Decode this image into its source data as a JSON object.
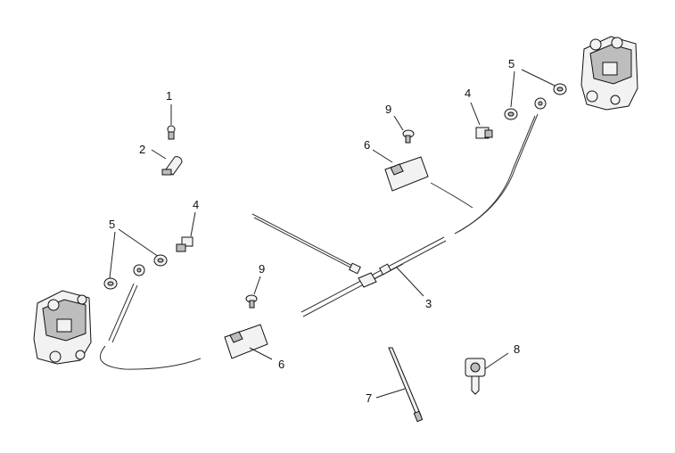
{
  "diagram": {
    "callouts": [
      {
        "id": "c1",
        "label": "1"
      },
      {
        "id": "c2",
        "label": "2"
      },
      {
        "id": "c4a",
        "label": "4"
      },
      {
        "id": "c5a",
        "label": "5"
      },
      {
        "id": "c9a",
        "label": "9"
      },
      {
        "id": "c6a",
        "label": "6"
      },
      {
        "id": "c3",
        "label": "3"
      },
      {
        "id": "c7",
        "label": "7"
      },
      {
        "id": "c8",
        "label": "8"
      },
      {
        "id": "c4b",
        "label": "4"
      },
      {
        "id": "c5b",
        "label": "5"
      },
      {
        "id": "c9b",
        "label": "9"
      },
      {
        "id": "c6b",
        "label": "6"
      }
    ]
  }
}
